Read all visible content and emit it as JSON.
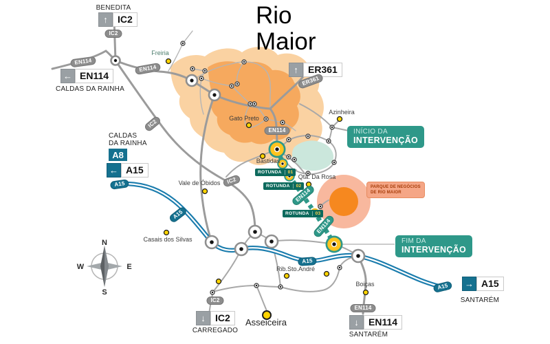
{
  "title": "Rio\nMaior",
  "compass": {
    "n": "N",
    "s": "S",
    "e": "E",
    "w": "W"
  },
  "signs": {
    "benedita": {
      "destination": "BENEDITA",
      "arrow": "↑",
      "road": "IC2"
    },
    "en114_west": {
      "arrow": "←",
      "road": "EN114",
      "destination": "CALDAS DA RAINHA"
    },
    "er361": {
      "arrow": "↑",
      "road": "ER361"
    },
    "a8": {
      "destination": "CALDAS\nDA RAINHA",
      "road": "A8"
    },
    "a15_west": {
      "arrow": "←",
      "road": "A15"
    },
    "a15_east": {
      "arrow": "→",
      "road": "A15",
      "destination": "SANTARÉM"
    },
    "ic2_south": {
      "arrow": "↓",
      "road": "IC2",
      "destination": "CARREGADO"
    },
    "en114_south": {
      "arrow": "↓",
      "road": "EN114",
      "destination": "SANTARÉM"
    }
  },
  "intervention": {
    "start": {
      "line1": "INÍCIO DA",
      "line2": "INTERVENÇÃO"
    },
    "end": {
      "line1": "FIM DA",
      "line2": "INTERVENÇÃO"
    },
    "rotundas": [
      {
        "label": "ROTUNDA",
        "number": "01"
      },
      {
        "label": "ROTUNDA",
        "number": "02"
      },
      {
        "label": "ROTUNDA",
        "number": "03"
      }
    ]
  },
  "parque": {
    "line1": "PARQUE DE NEGÓCIOS",
    "line2": "DE RIO MAIOR"
  },
  "pills": [
    {
      "text": "IC2"
    },
    {
      "text": "EN114"
    },
    {
      "text": "EN114"
    },
    {
      "text": "ER361"
    },
    {
      "text": "IC2"
    },
    {
      "text": "IC2"
    },
    {
      "text": "EN114"
    },
    {
      "text": "IC2"
    },
    {
      "text": "EN114"
    },
    {
      "text": "A15"
    },
    {
      "text": "A15"
    },
    {
      "text": "A15"
    },
    {
      "text": "A15"
    },
    {
      "text": "EN114"
    },
    {
      "text": "EN114"
    }
  ],
  "places": [
    {
      "label": "Freiria"
    },
    {
      "label": "Gato Preto"
    },
    {
      "label": "Azinheira"
    },
    {
      "label": "Bastidas"
    },
    {
      "label": "Qta. Da Rosa"
    },
    {
      "label": "Vale de Óbidos"
    },
    {
      "label": "Casais dos Silvas"
    },
    {
      "label": "Rib.Sto.André"
    },
    {
      "label": "Boiças"
    },
    {
      "label": "Asseiceira"
    }
  ],
  "colors": {
    "teal": "#2e9889",
    "blue_badge": "#15718f",
    "highway_blue": "#1a7cad",
    "urban_light": "#fad2a2",
    "urban_dark": "#f6a95e",
    "park_outer": "#f8b89e",
    "park_core": "#f6881f",
    "lake": "#cbe7dc",
    "place_dot": "#ffd400"
  }
}
